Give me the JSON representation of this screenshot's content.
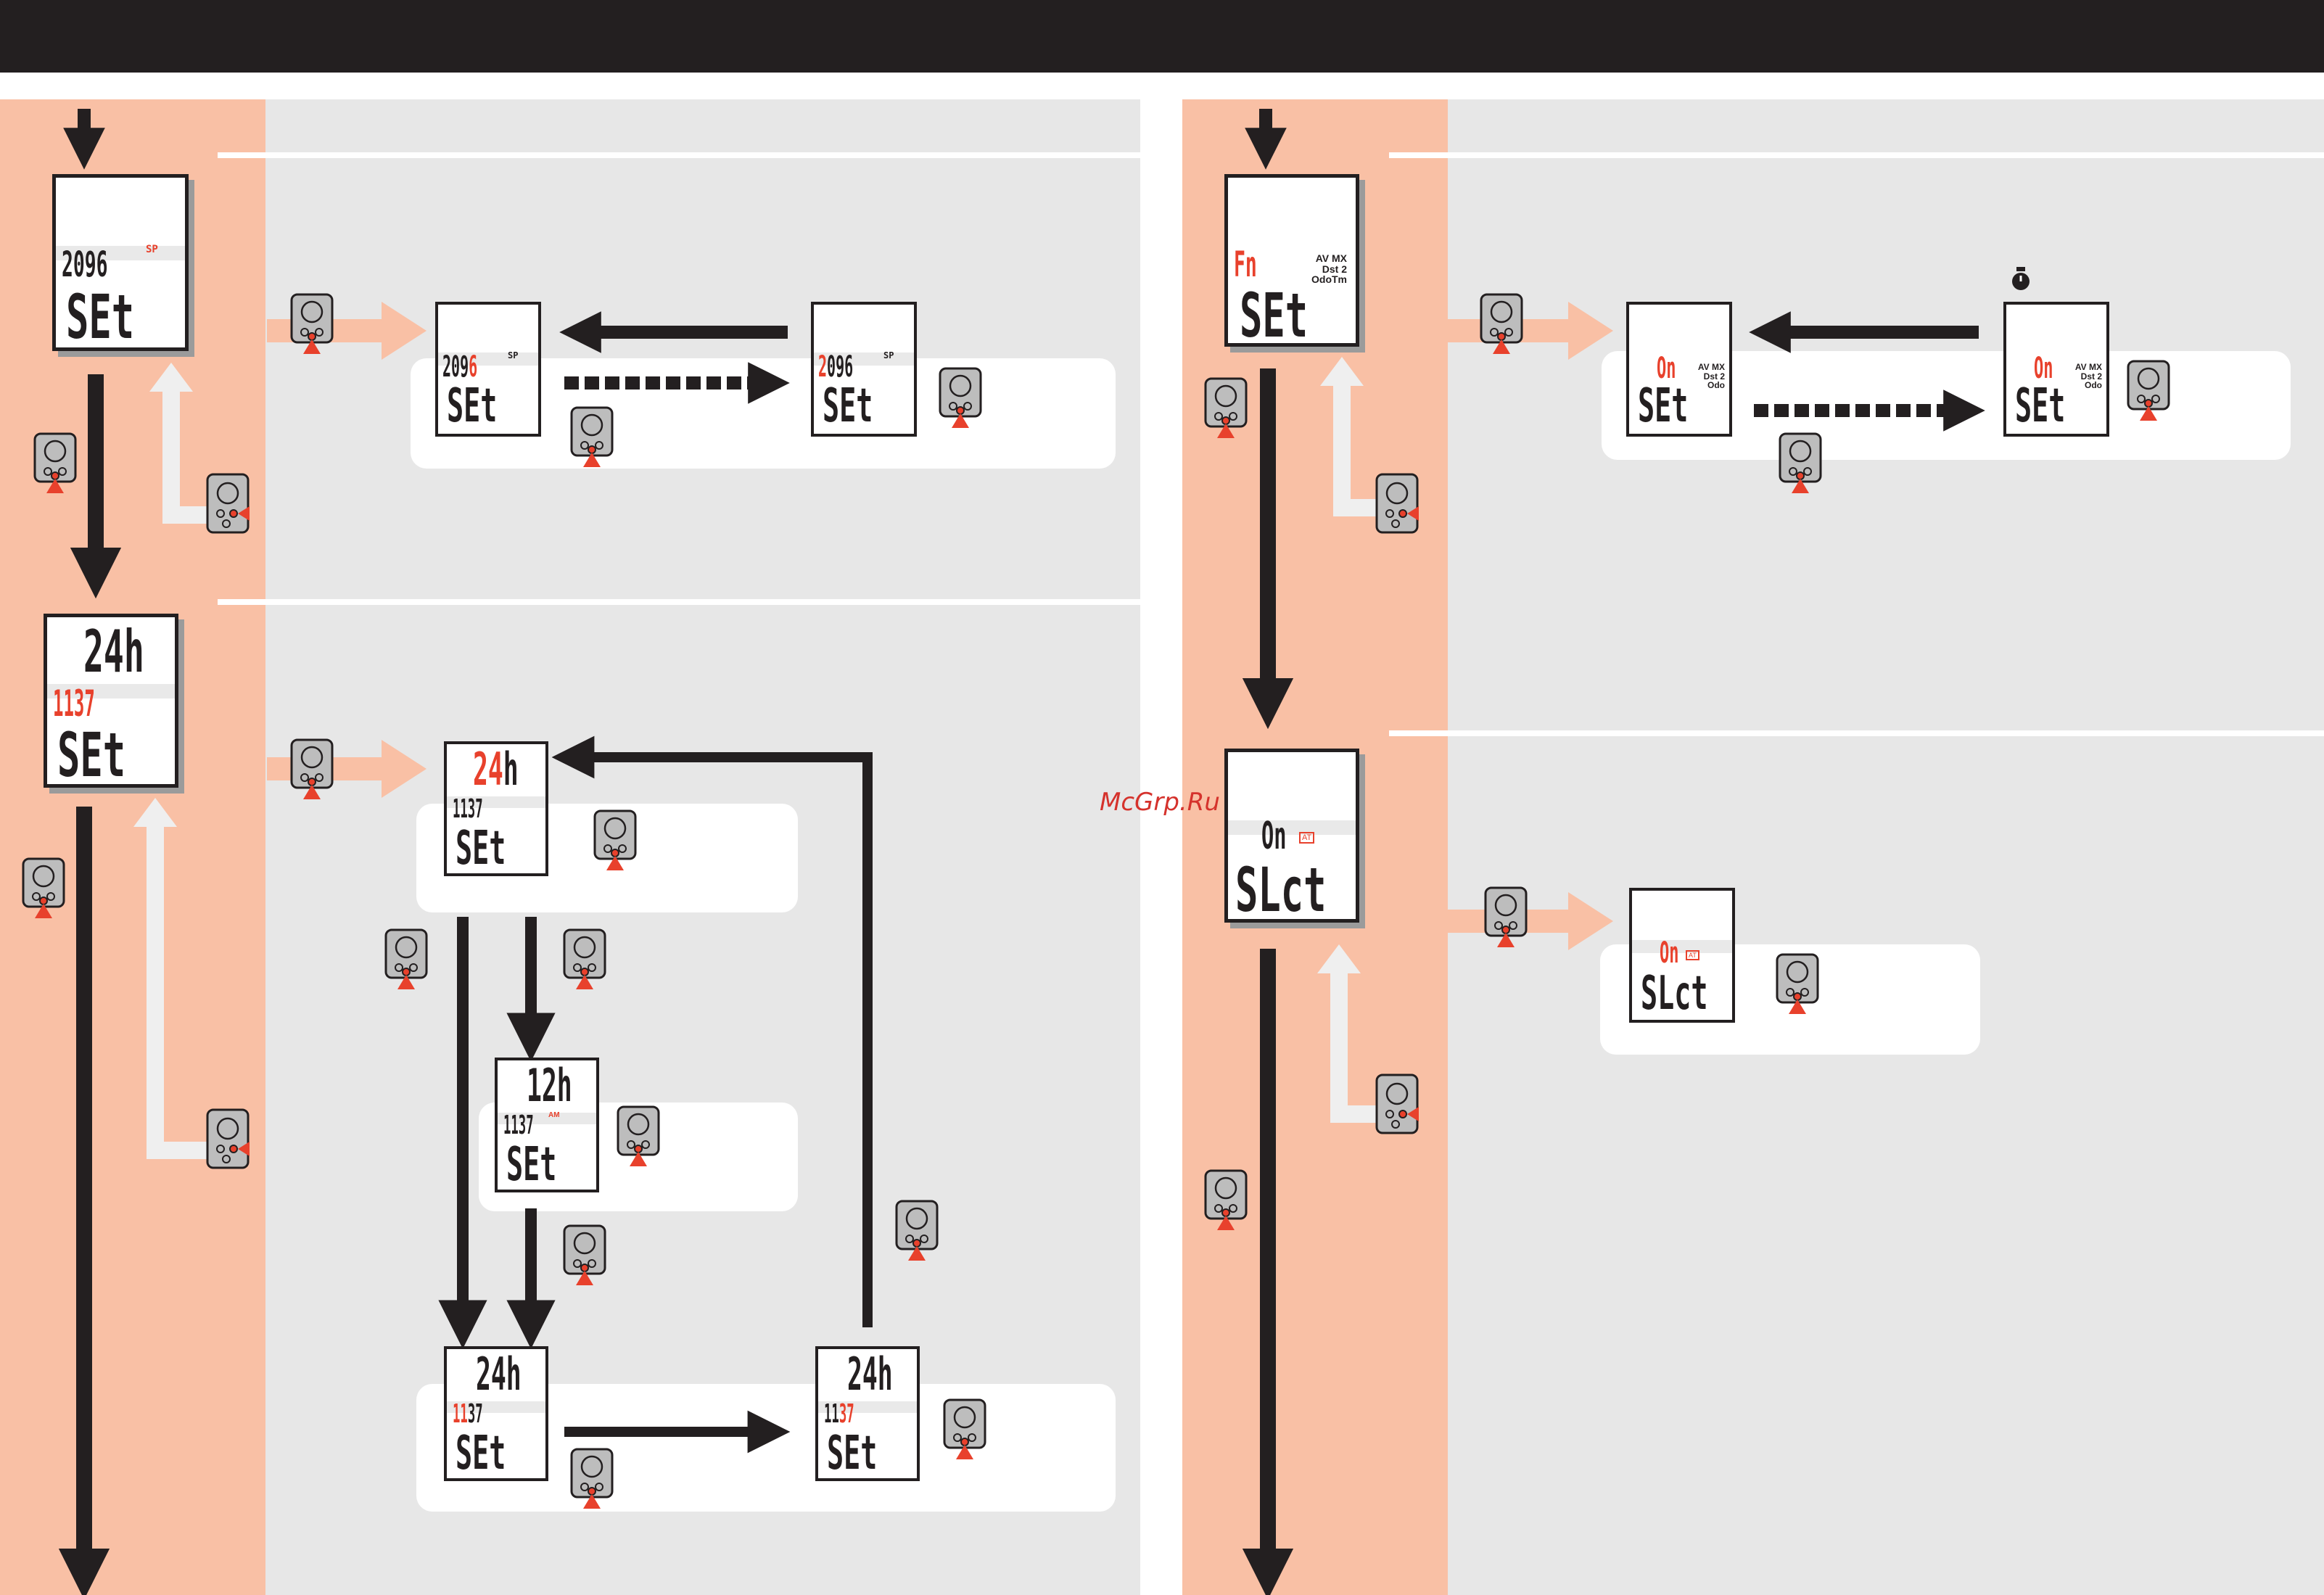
{
  "watermark": "McGrp.Ru",
  "colors": {
    "accent_red": "#e8412c",
    "strip": "#f9c0a5",
    "panel": "#e7e7e7",
    "arrow": "#231f20",
    "header": "#231f20"
  },
  "icons": {
    "device": "button-press-icon",
    "stopwatch": "stopwatch-icon"
  },
  "screens": {
    "tire_main": {
      "value": "2096",
      "mode": "SEt",
      "indicator": "SP"
    },
    "tire_edit_left": {
      "value_black": "209",
      "value_red": "6",
      "mode": "SEt",
      "indicator": "SP"
    },
    "tire_edit_right": {
      "value_red": "2",
      "value_black": "096",
      "mode": "SEt",
      "indicator": "SP"
    },
    "clock_main": {
      "hours": "24h",
      "time": "1137",
      "mode": "SEt"
    },
    "clock_edit_24": {
      "hours": "24",
      "suffix": "h",
      "time": "1137",
      "mode": "SEt"
    },
    "clock_edit_12": {
      "hours": "12h",
      "time": "1137",
      "meridiem": "AM",
      "mode": "SEt"
    },
    "clock_hour_edit": {
      "hours": "24h",
      "time_red": "11",
      "time_black": "37",
      "mode": "SEt"
    },
    "clock_min_edit": {
      "hours": "24h",
      "time_black": "11",
      "time_red": "37",
      "mode": "SEt"
    },
    "fn_main": {
      "top": "Fn",
      "mode": "SEt",
      "ind1": "AV MX",
      "ind2": "Dst 2",
      "ind3": "OdoTm"
    },
    "fn_edit_left": {
      "value": "On",
      "mode": "SEt",
      "ind1": "AV MX",
      "ind2": "Dst 2",
      "ind3": "Odo"
    },
    "fn_edit_right": {
      "value": "On",
      "mode": "SEt",
      "ind1": "AV MX",
      "ind2": "Dst 2",
      "ind3": "Odo"
    },
    "slct_main": {
      "value": "On",
      "tag": "AT",
      "mode": "SLct"
    },
    "slct_edit": {
      "value": "On",
      "tag": "AT",
      "mode": "SLct"
    }
  }
}
